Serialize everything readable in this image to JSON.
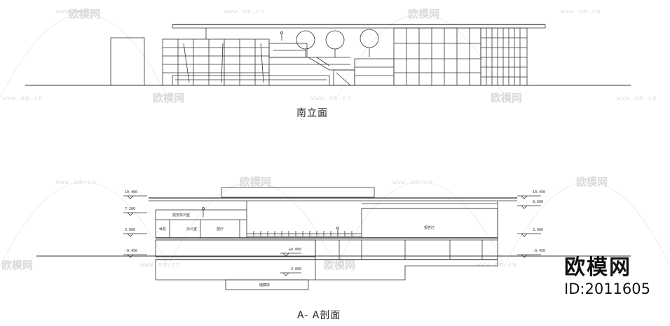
{
  "titles": {
    "south_elevation": "南立面",
    "section": "A- A剖面"
  },
  "brand": {
    "name": "欧模网",
    "id": "ID:2011605"
  },
  "watermark": {
    "logo_text": "欧模网",
    "url": "www.om.cn"
  },
  "section_levels": {
    "left": [
      "10.400",
      "7.200",
      "3.600",
      "-0.450"
    ],
    "right": [
      "10.450",
      "8.600",
      "3.600",
      "-0.450"
    ],
    "interior": [
      "±0.000",
      "-3.600"
    ]
  },
  "section_rooms": [
    "展览陈列室",
    "休息",
    "办公室",
    "展厅",
    "报告厅",
    "储藏库"
  ],
  "colors": {
    "line": "#333333",
    "watermark": "#d9d9d9"
  }
}
